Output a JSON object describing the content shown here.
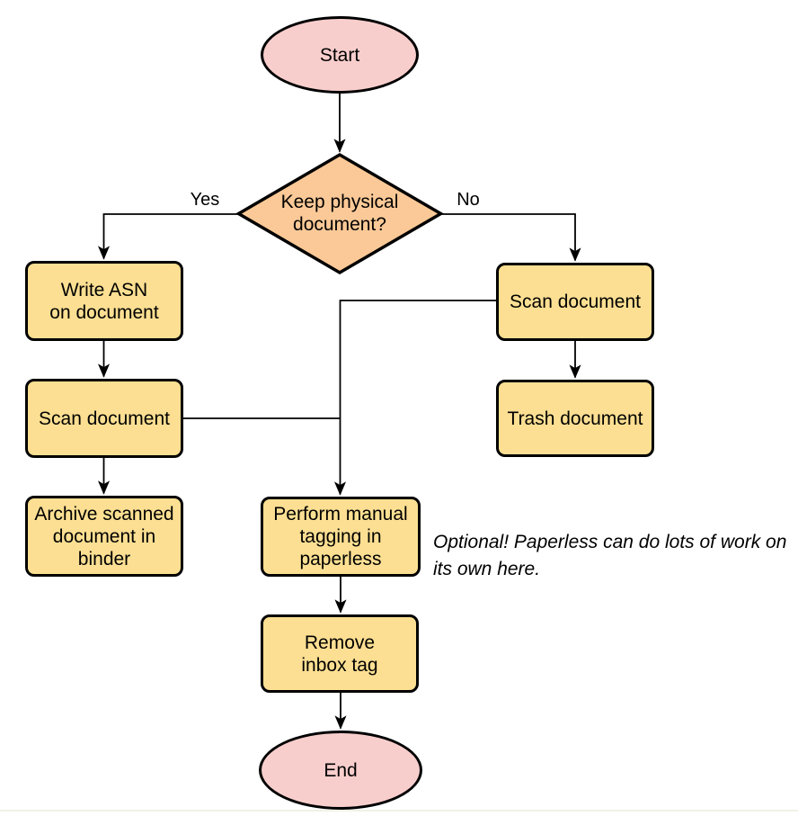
{
  "colors": {
    "terminator_fill": "#F8CECC",
    "decision_fill": "#FBC997",
    "process_fill": "#FCDF92",
    "stroke": "#000000"
  },
  "nodes": {
    "start": {
      "type": "terminator",
      "label": "Start"
    },
    "decision": {
      "type": "decision",
      "label": "Keep physical\ndocument?"
    },
    "write_asn": {
      "type": "process",
      "label": "Write ASN\non document"
    },
    "scan_left": {
      "type": "process",
      "label": "Scan document"
    },
    "archive": {
      "type": "process",
      "label": "Archive scanned\ndocument in\nbinder"
    },
    "scan_right": {
      "type": "process",
      "label": "Scan document"
    },
    "trash": {
      "type": "process",
      "label": "Trash document"
    },
    "perform_tagging": {
      "type": "process",
      "label": "Perform manual\ntagging in\npaperless"
    },
    "remove_inbox_tag": {
      "type": "process",
      "label": "Remove\ninbox tag"
    },
    "end": {
      "type": "terminator",
      "label": "End"
    }
  },
  "edge_labels": {
    "yes": "Yes",
    "no": "No"
  },
  "annotation": {
    "text": "Optional! Paperless can do lots of work on\nits own here."
  }
}
